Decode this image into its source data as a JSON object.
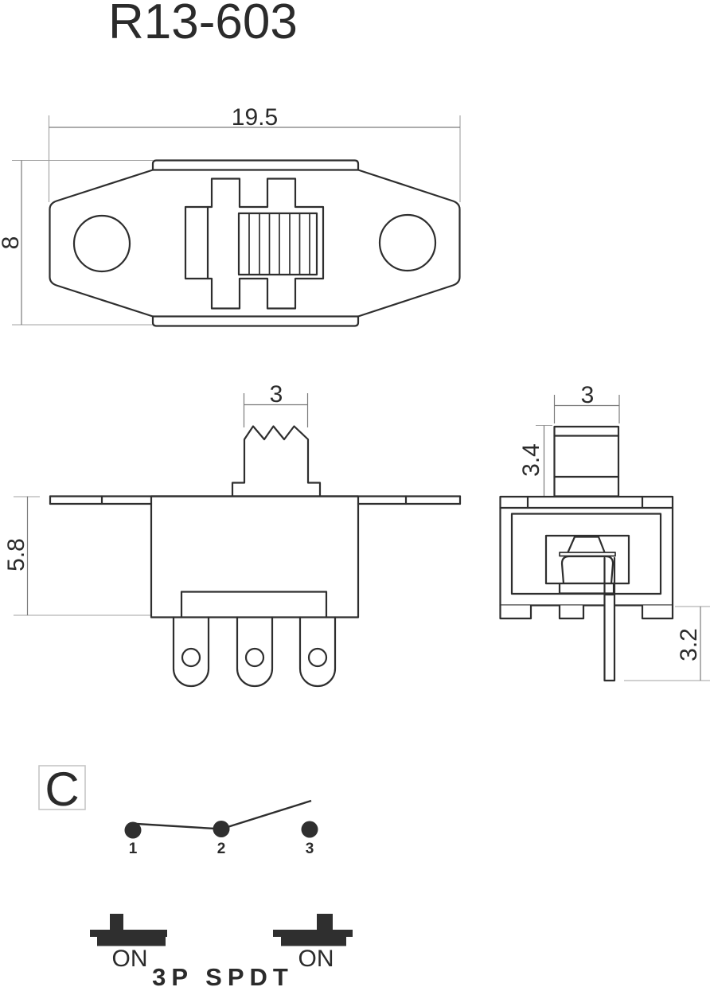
{
  "title": "R13-603",
  "colors": {
    "line": "#2e2e2e",
    "dimension_line": "#7a7a7a",
    "extension_line": "#a0a0a0",
    "text": "#2b2b2b",
    "solid_symbol": "#2f2f2f",
    "background": "#ffffff"
  },
  "top_view": {
    "width_label": "19.5",
    "height_label": "8"
  },
  "front_view": {
    "actuator_width_label": "3",
    "height_label": "5.8"
  },
  "side_view": {
    "actuator_width_label": "3",
    "actuator_height_label": "3.4",
    "pin_length_label": "3.2"
  },
  "schematic": {
    "box_label": "C",
    "pins": [
      "1",
      "2",
      "3"
    ]
  },
  "footer": {
    "left_on": "ON",
    "right_on": "ON",
    "type_label": "3P SPDT"
  }
}
